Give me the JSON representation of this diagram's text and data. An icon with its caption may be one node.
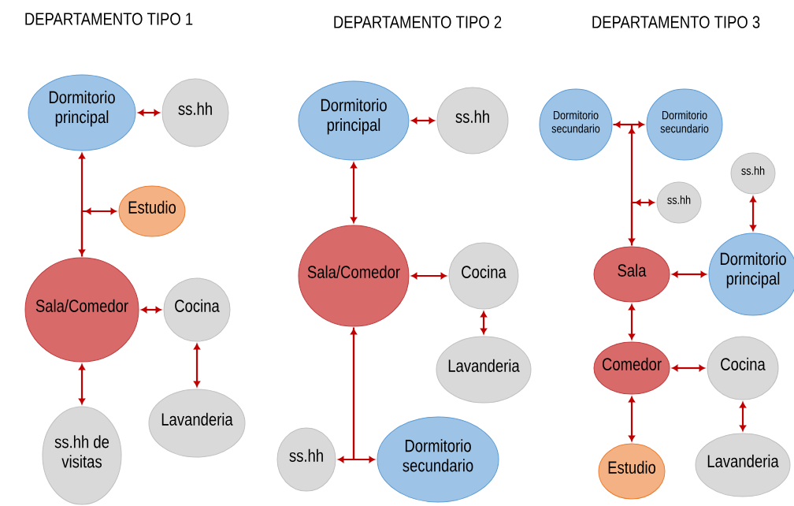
{
  "diagram": {
    "nodes": [
      {
        "text": [
          "Dormitorio principal"
        ]
      },
      {
        "text": [
          "ss.hh"
        ]
      },
      {
        "text": [
          "Estudio"
        ]
      },
      {
        "text": [
          "Sala/Comedor"
        ]
      },
      {
        "text": [
          "Cocina"
        ]
      },
      {
        "text": [
          "Lavanderia"
        ]
      },
      {
        "text": [
          "ss.hh de visitas"
        ]
      },
      {
        "text": [
          "Dormitorio principal"
        ]
      },
      {
        "text": [
          "ss.hh"
        ]
      },
      {
        "text": [
          "Sala/Comedor"
        ]
      },
      {
        "text": [
          "Cocina"
        ]
      },
      {
        "text": [
          "Lavanderia"
        ]
      },
      {
        "text": [
          "ss.hh"
        ]
      },
      {
        "text": [
          "Dormitorio secundario"
        ]
      },
      {
        "text": [
          "Dormitorio secundario"
        ]
      },
      {
        "text": [
          "Dormitorio secundario"
        ]
      },
      {
        "text": [
          "ss.hh"
        ]
      },
      {
        "text": [
          "ss.hh"
        ]
      },
      {
        "text": [
          "Sala"
        ]
      },
      {
        "text": [
          "Dormitorio principal"
        ]
      },
      {
        "text": [
          "Comedor"
        ]
      },
      {
        "text": [
          "Cocina"
        ]
      },
      {
        "text": [
          "Estudio"
        ]
      },
      {
        "text": [
          "Lavanderia"
        ]
      }
    ],
    "edges": [
      {
        "from": 0,
        "to": 1,
        "arrow": "both"
      },
      {
        "from": 0,
        "to": 3,
        "arrow": "both"
      },
      {
        "from": 3,
        "to": 2,
        "arrow": "to"
      },
      {
        "from": 3,
        "to": 4,
        "arrow": "both"
      },
      {
        "from": 4,
        "to": 5,
        "arrow": "both"
      },
      {
        "from": 3,
        "to": 6,
        "arrow": "both"
      },
      {
        "from": 7,
        "to": 8,
        "arrow": "both"
      },
      {
        "from": 7,
        "to": 9,
        "arrow": "both"
      },
      {
        "from": 9,
        "to": 10,
        "arrow": "both"
      },
      {
        "from": 10,
        "to": 11,
        "arrow": "both"
      },
      {
        "from": 9,
        "to": 12,
        "arrow": "both"
      },
      {
        "from": 9,
        "to": 13,
        "arrow": "to"
      },
      {
        "from": 14,
        "to": 15,
        "arrow": "both"
      },
      {
        "from": 14,
        "to": 18,
        "arrow": "to"
      },
      {
        "from": 18,
        "to": 17,
        "arrow": "to"
      },
      {
        "from": 16,
        "to": 19,
        "arrow": "both"
      },
      {
        "from": 18,
        "to": 19,
        "arrow": "both"
      },
      {
        "from": 18,
        "to": 20,
        "arrow": "both"
      },
      {
        "from": 20,
        "to": 21,
        "arrow": "both"
      },
      {
        "from": 20,
        "to": 22,
        "arrow": "both"
      },
      {
        "from": 21,
        "to": 23,
        "arrow": "both"
      }
    ],
    "labels": [
      "DEPARTAMENTO TIPO 1",
      "DEPARTAMENTO TIPO 2",
      "DEPARTAMENTO TIPO 3"
    ]
  }
}
